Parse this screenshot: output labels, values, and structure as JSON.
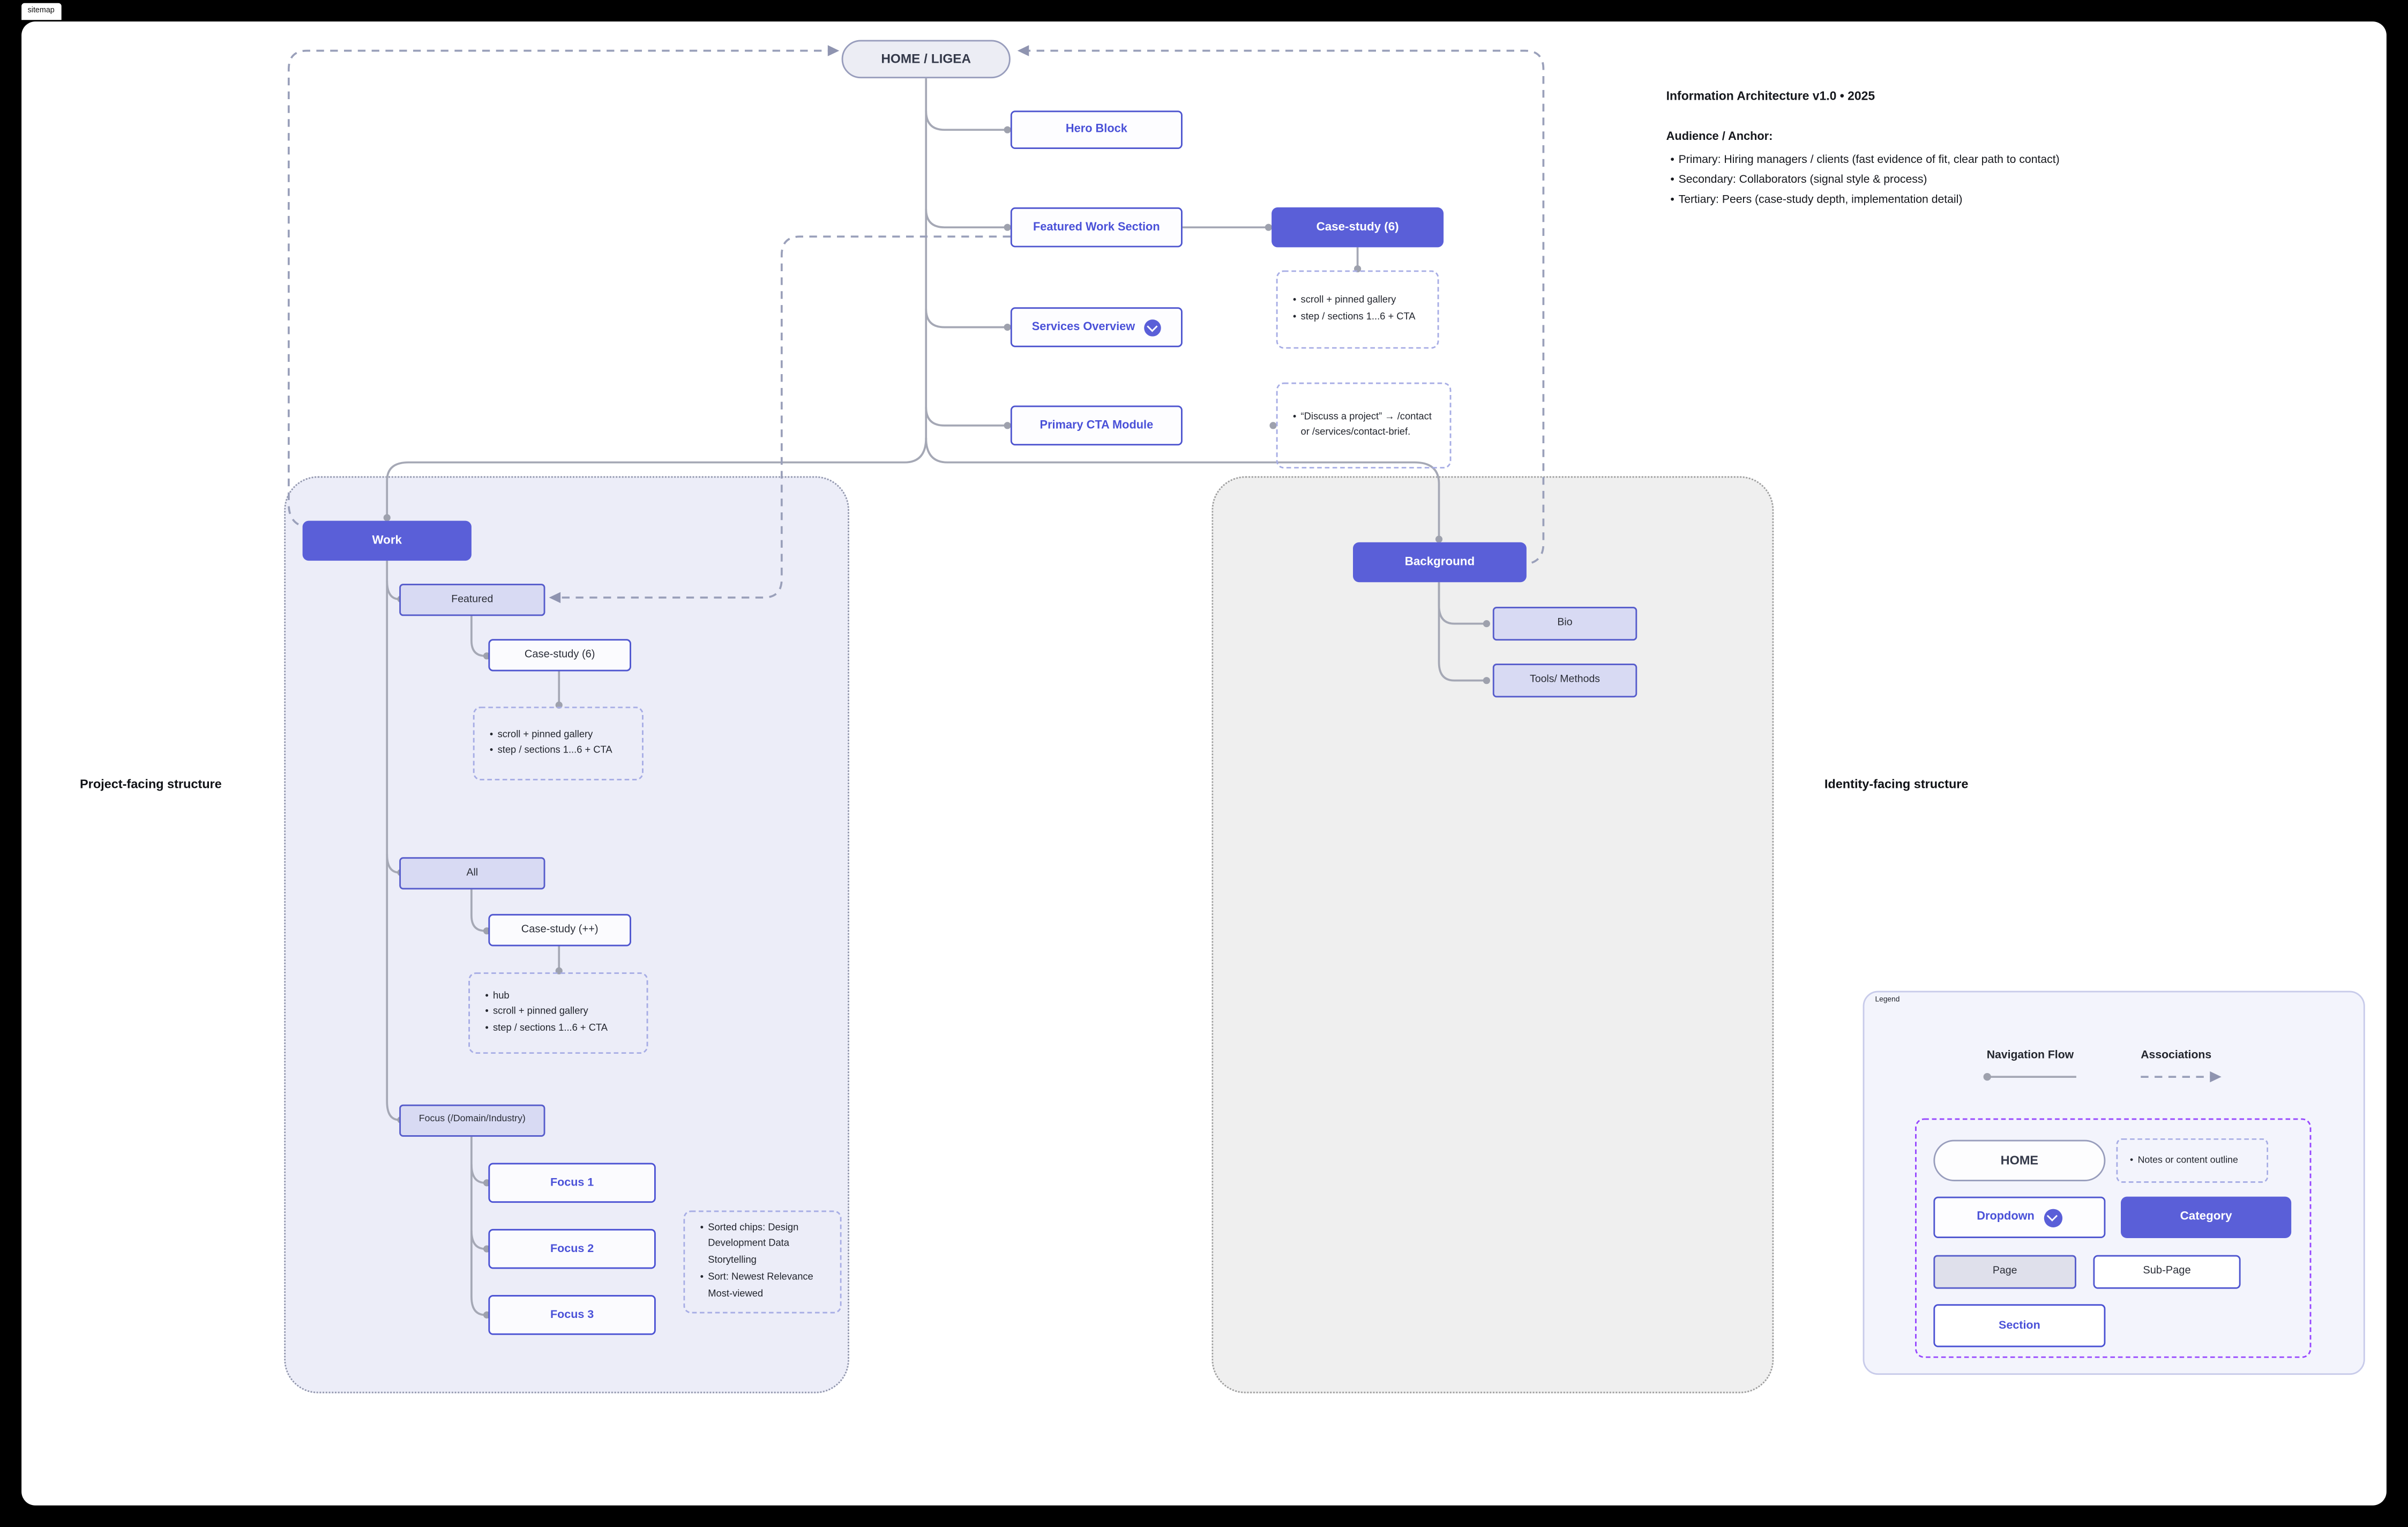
{
  "app": {
    "tab_label": "sitemap"
  },
  "home": {
    "label": "HOME / LIGEA"
  },
  "modules": {
    "hero": "Hero Block",
    "featured_work": "Featured Work Section",
    "case_study_6": "Case-study (6)",
    "services": "Services Overview",
    "primary_cta": "Primary CTA Module"
  },
  "notes": {
    "featured_case": [
      "scroll + pinned gallery",
      "step / sections 1...6 + CTA"
    ],
    "primary_cta": [
      "“Discuss a project” → /contact or /services/contact-brief."
    ],
    "work_featured_case": [
      "scroll + pinned gallery",
      "step / sections 1...6 + CTA"
    ],
    "work_all_case": [
      "hub",
      "scroll + pinned gallery",
      "step / sections 1...6 + CTA"
    ],
    "focus": [
      "Sorted chips: Design Development Data Storytelling",
      "Sort: Newest Relevance Most-viewed"
    ]
  },
  "info_panel": {
    "title": "Information Architecture v1.0 • 2025",
    "audience_heading": "Audience / Anchor:",
    "audience_items": [
      "Primary: Hiring managers / clients (fast evidence of fit, clear path to contact)",
      "Secondary: Collaborators (signal style & process)",
      "Tertiary: Peers (case-study depth, implementation detail)"
    ]
  },
  "work_section": {
    "title": "Work",
    "featured": "Featured",
    "case_study_6": "Case-study (6)",
    "all": "All",
    "case_study_pp": "Case-study (++)",
    "focus_parent": "Focus (/Domain/Industry)",
    "focus_items": [
      "Focus 1",
      "Focus 2",
      "Focus 3"
    ],
    "caption": "Project-facing structure"
  },
  "identity_section": {
    "title": "Background",
    "bio": "Bio",
    "tools": "Tools/ Methods",
    "caption": "Identity-facing structure"
  },
  "legend": {
    "label": "Legend",
    "nav_flow": "Navigation Flow",
    "associations": "Associations",
    "home": "HOME",
    "note": "Notes or content outline",
    "dropdown": "Dropdown",
    "category": "Category",
    "page": "Page",
    "sub_page": "Sub-Page",
    "section": "Section"
  },
  "colors": {
    "accent_purple": "#5A5FD8",
    "outline_purple": "#4E55CF",
    "lavender_fill": "#D8DAF3",
    "association_dash": "#9AA0BA",
    "flow_line": "#A5A8B5",
    "legend_component_dash": "#9747FF"
  }
}
